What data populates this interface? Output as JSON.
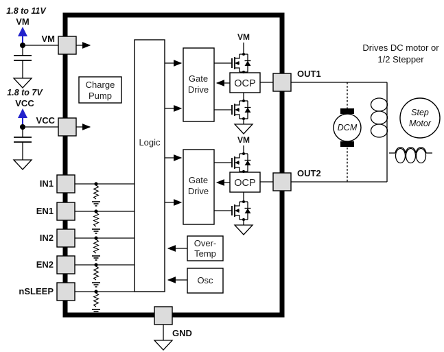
{
  "colors": {
    "supply_blue": "#2222cc",
    "pin_gray": "#dcdcdc"
  },
  "supplies": {
    "vm_range": "1.8 to 11V",
    "vm_name": "VM",
    "vm_wire_label": "VM",
    "vcc_range": "1.8 to 7V",
    "vcc_name": "VCC",
    "vcc_wire_label": "VCC"
  },
  "pins": {
    "in1": "IN1",
    "en1": "EN1",
    "in2": "IN2",
    "en2": "EN2",
    "nsleep": "nSLEEP",
    "out1": "OUT1",
    "out2": "OUT2",
    "gnd": "GND"
  },
  "blocks": {
    "charge_pump_line1": "Charge",
    "charge_pump_line2": "Pump",
    "logic": "Logic",
    "gate_drive_line1": "Gate",
    "gate_drive_line2": "Drive",
    "ocp": "OCP",
    "overtemp_line1": "Over-",
    "overtemp_line2": "Temp",
    "osc": "Osc"
  },
  "bridge": {
    "vm_label": "VM"
  },
  "load": {
    "annotation_line1": "Drives DC motor or",
    "annotation_line2": "1/2 Stepper",
    "dcm_label": "DCM",
    "step_motor_line1": "Step",
    "step_motor_line2": "Motor"
  }
}
